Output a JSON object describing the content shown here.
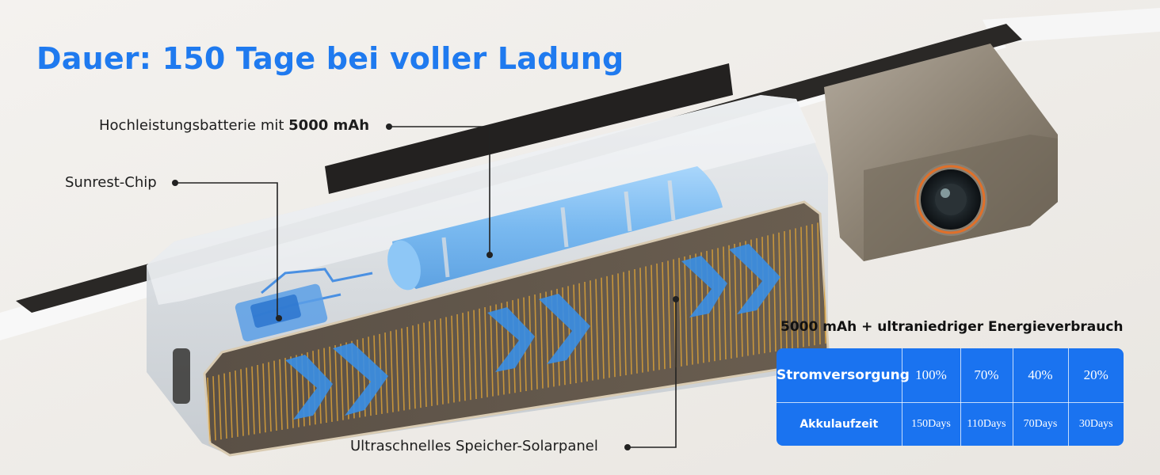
{
  "title": "Dauer: 150 Tage bei voller Ladung",
  "callouts": {
    "battery_prefix": "Hochleistungsbatterie mit ",
    "battery_bold": "5000 mAh",
    "chip": "Sunrest-Chip",
    "solar": "Ultraschnelles Speicher-Solarpanel"
  },
  "energy_table": {
    "title": "5000 mAh + ultraniedriger Energieverbrauch",
    "rows": [
      {
        "label": "Stromversorgung",
        "values": [
          "100%",
          "70%",
          "40%",
          "20%"
        ]
      },
      {
        "label": "Akkulaufzeit",
        "values": [
          "150Days",
          "110Days",
          "70Days",
          "30Days"
        ]
      }
    ]
  },
  "colors": {
    "title": "#1f7aef",
    "table_bg": "#1a73f0",
    "battery": "#7fbdf2",
    "arrows": "#3a8fe6",
    "lens_ring": "#e0702a"
  }
}
